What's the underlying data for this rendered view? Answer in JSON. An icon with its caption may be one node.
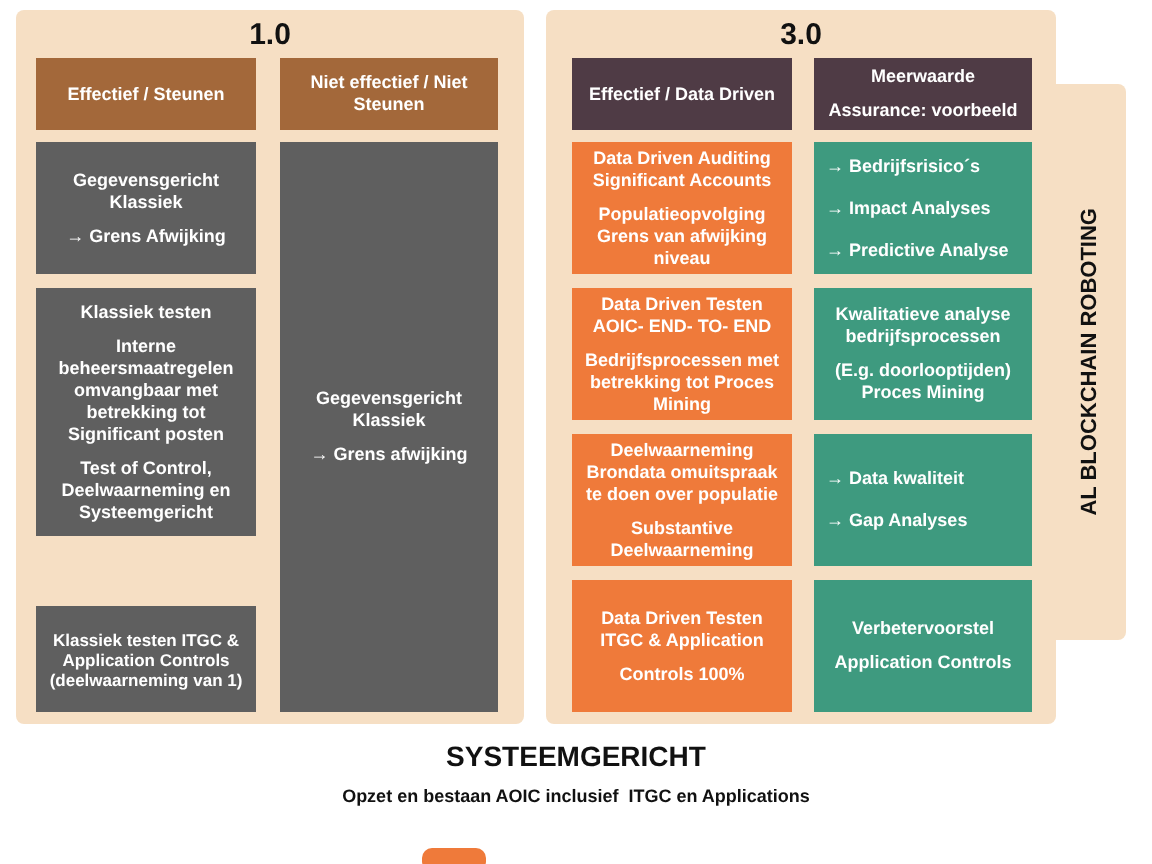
{
  "diagram": {
    "nodes": [
      {
        "text": [
          "1.0"
        ]
      },
      {
        "text": [
          "Effectief / Steunen"
        ],
        "in": 0
      },
      {
        "text": [
          "Niet effectief / Niet Steunen"
        ],
        "in": 0
      },
      {
        "text": [
          "Gegevensgericht Klassiek",
          "→ Grens Afwijking"
        ],
        "in": 0
      },
      {
        "text": [
          "Gegevensgericht Klassiek",
          "→ Grens afwijking"
        ],
        "in": 0
      },
      {
        "text": [
          "Klassiek testen",
          "Interne beheersmaatregelen omvangbaar met betrekking tot Significant posten",
          "Test of Control, Deelwaarneming en Systeemgericht"
        ],
        "in": 0
      },
      {
        "text": [
          "Klassiek testen ITGC & Application Controls (deelwaarneming van 1)"
        ],
        "in": 0
      },
      {
        "text": [
          "AL BLOCKCHAIN ROBOTING"
        ]
      },
      {
        "text": [
          "3.0"
        ]
      },
      {
        "text": [
          "Effectief / Data Driven"
        ],
        "in": 8
      },
      {
        "text": [
          "Meerwaarde",
          "Assurance: voorbeeld"
        ],
        "in": 8
      },
      {
        "text": [
          "Data Driven Auditing Significant Accounts",
          "Populatieopvolging Grens van afwijking niveau"
        ],
        "in": 8
      },
      {
        "text": [
          "→ Bedrijfsrisico´s",
          "→ Impact Analyses",
          "→ Predictive Analyse"
        ],
        "in": 8
      },
      {
        "text": [
          "Data Driven Testen AOIC- END- TO- END",
          "Bedrijfsprocessen met betrekking tot Proces Mining"
        ],
        "in": 8
      },
      {
        "text": [
          "Kwalitatieve analyse bedrijfsprocessen",
          "(E.g. doorlooptijden) Proces Mining"
        ],
        "in": 8
      },
      {
        "text": [
          "Deelwaarneming Brondata omuitspraak te doen over populatie",
          "Substantive Deelwaarneming"
        ],
        "in": 8
      },
      {
        "text": [
          "→ Data kwaliteit",
          "→ Gap Analyses"
        ],
        "in": 8
      },
      {
        "text": [
          "Data Driven Testen ITGC & Application",
          "Controls 100%"
        ],
        "in": 8
      },
      {
        "text": [
          "Verbetervoorstel",
          "Application Controls"
        ],
        "in": 8
      }
    ],
    "labels": [
      "SYSTEEMGERICHT",
      "Opzet en bestaan AOIC inclusief  ITGC en Applications"
    ]
  }
}
